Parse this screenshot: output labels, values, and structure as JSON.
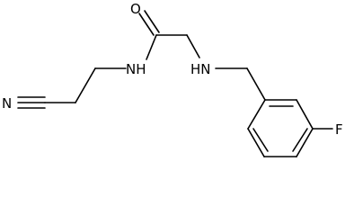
{
  "structure": {
    "atoms": {
      "nitrile_n": "N",
      "amide_o": "O",
      "amide_nh": "NH",
      "amine_hn": "HN",
      "fluorine": "F"
    },
    "colors": {
      "bond": "#000000",
      "label": "#000000",
      "background": "#ffffff"
    }
  }
}
